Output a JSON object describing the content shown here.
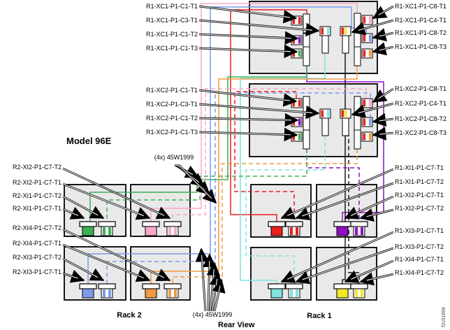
{
  "diagram": {
    "model_label": "Model 96E",
    "rack1_label": "Rack 1",
    "rack2_label": "Rack 2",
    "rear_view_label": "Rear View",
    "cable_note": "(4x) 45W1999",
    "figure_id": "f2c01699",
    "label_blocks": {
      "xc1_left": [
        "R1-XC1-P1-C1-T1",
        "R1-XC1-P1-C3-T1",
        "R1-XC1-P1-C1-T2",
        "R1-XC1-P1-C1-T3"
      ],
      "xc2_left": [
        "R1-XC2-P1-C1-T1",
        "R1-XC2-P1-C3-T1",
        "R1-XC2-P1-C1-T2",
        "R1-XC2-P1-C1-T3"
      ],
      "xc1_right": [
        "R1-XC1-P1-C8-T1",
        "R1-XC1-P1-C4-T1",
        "R1-XC1-P1-C8-T2",
        "R1-XC1-P1-C8-T3"
      ],
      "xc2_right": [
        "R1-XC2-P1-C8-T1",
        "R1-XC2-P1-C4-T1",
        "R1-XC2-P1-C8-T2",
        "R1-XC2-P1-C8-T3"
      ],
      "rack2_ports": [
        "R2-XI2-P1-C7-T2",
        "R2-XI2-P1-C7-T1",
        "R2-XI1-P1-C7-T2",
        "R2-XI1-P1-C7-T1",
        "R2-XI4-P1-C7-T2",
        "R2-XI4-P1-C7-T1",
        "R2-XI3-P1-C7-T2",
        "R2-XI3-P1-C7-T1"
      ],
      "rack1_ports": [
        "R1-XI1-P1-C7-T1",
        "R1-XI1-P1-C7-T2",
        "R1-XI2-P1-C7-T1",
        "R1-XI2-P1-C7-T2",
        "R1-XI3-P1-C7-T1",
        "R1-XI3-P1-C7-T2",
        "R1-XI4-P1-C7-T1",
        "R1-XI4-P1-C7-T2"
      ]
    },
    "colors": {
      "red": "#e8211d",
      "purple": "#8f0fc4",
      "cyan": "#7fe3e0",
      "yellow": "#f2e926",
      "green": "#3eb054",
      "pink": "#f7a8cb",
      "blue": "#7d9bea",
      "orange": "#f09a40",
      "black": "#1a1a1a",
      "box_fill": "#e9e9e9",
      "box_border": "#000000",
      "background": "#ffffff"
    }
  }
}
